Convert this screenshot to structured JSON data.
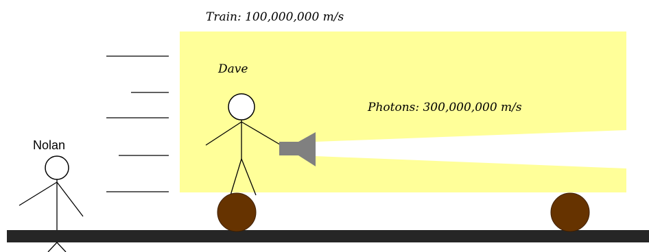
{
  "labels": {
    "train_speed": "Train: 100,000,000 m/s",
    "photon_speed": "Photons: 300,000,000 m/s",
    "observer_on_train": "Dave",
    "observer_on_ground": "Nolan"
  },
  "colors": {
    "train_body": "#ffff99",
    "light_beam": "#ffffff",
    "wheel": "#663300",
    "wheel_outline": "#3d1e00",
    "track": "#262626",
    "flashlight": "#808080",
    "figure_stroke": "#000000"
  },
  "icons": {
    "flashlight": "flashlight-icon"
  }
}
